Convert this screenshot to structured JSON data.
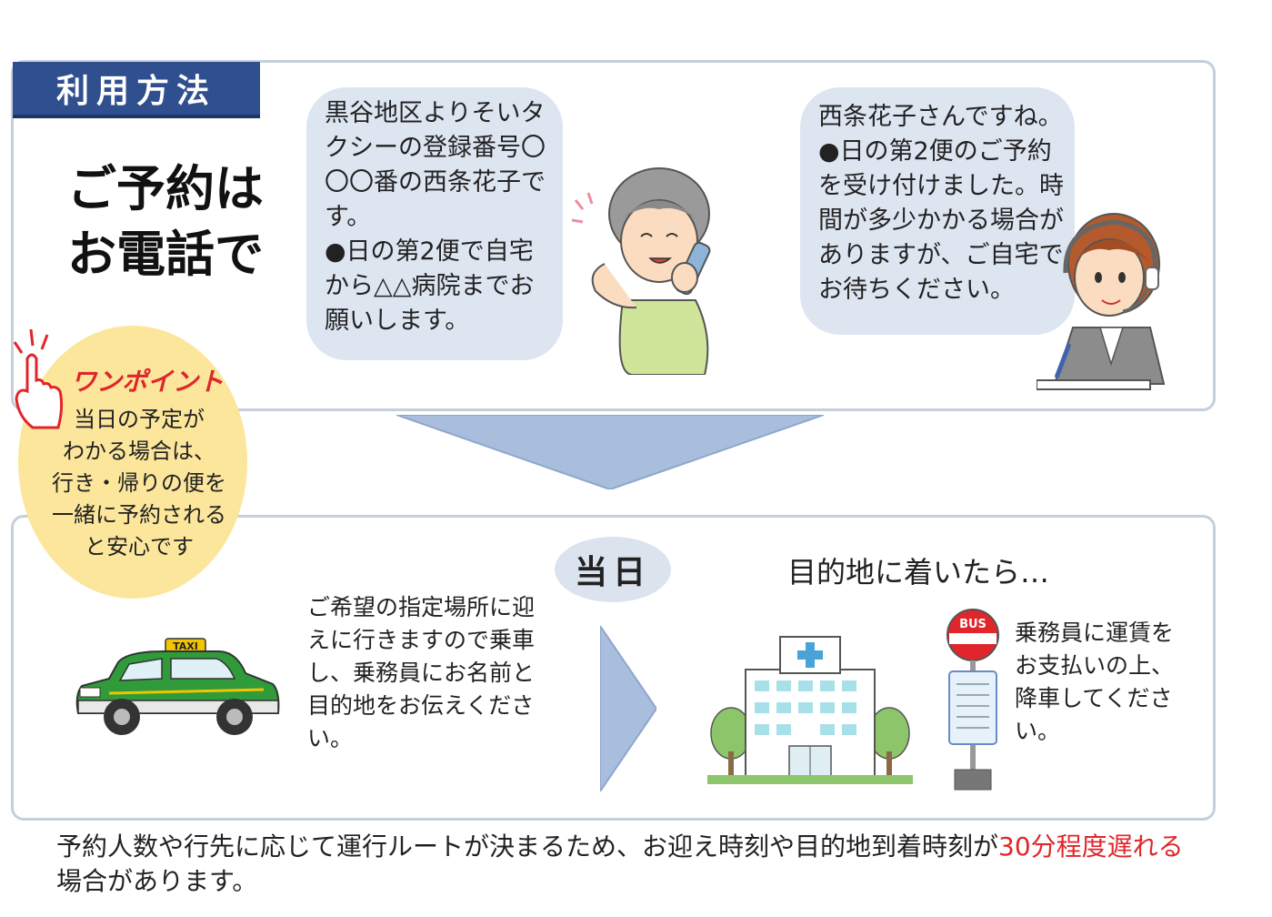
{
  "section_label": "利用方法",
  "reservation": {
    "line1": "ご予約は",
    "line2": "お電話で"
  },
  "passenger_bubble": "黒谷地区よりそいタクシーの登録番号〇〇〇番の西条花子です。\n●日の第2便で自宅から△△病院までお願いします。",
  "operator_bubble": "西条花子さんですね。\n●日の第2便のご予約を受け付けました。時間が多少かかる場合がありますが、ご自宅でお待ちください。",
  "onepoint": {
    "title": "ワンポイント",
    "body": "当日の予定が\nわかる場合は、\n行き・帰りの便を\n一緒に予約される\nと安心です"
  },
  "day_badge": "当日",
  "arrival_heading": "目的地に着いたら…",
  "pickup_text": "ご希望の指定場所に迎えに行きますので乗車し、乗務員にお名前と目的地をお伝えください。",
  "fare_text": "乗務員に運賃をお支払いの上、降車してください。",
  "taxi_sign": "TAXI",
  "bus_sign": "BUS",
  "footer": {
    "before": "予約人数や行先に応じて運行ルートが決まるため、お迎え時刻や目的地到着時刻が",
    "highlight": "30分程度遅れる",
    "after": "場合があります。"
  },
  "colors": {
    "label_bg": "#2f4f8f",
    "bubble_bg": "#dde5f1",
    "onepoint_bg": "#fce69b",
    "highlight": "#e0262a",
    "arrow": "#a9bedd"
  }
}
